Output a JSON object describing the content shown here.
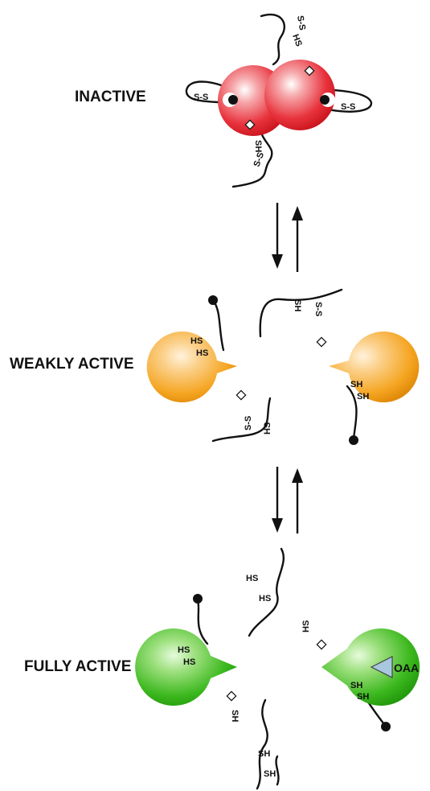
{
  "states": {
    "inactive": "INACTIVE",
    "weakly_active": "WEAKLY ACTIVE",
    "fully_active": "FULLY ACTIVE"
  },
  "ligand": "OAA",
  "groups": {
    "ss": "S-S",
    "sh": "SH",
    "hs": "HS"
  },
  "colors": {
    "inactive": "#e8323c",
    "weakly_active": "#f5a623",
    "fully_active": "#3cb81e",
    "ligand": "#a8c8e0"
  }
}
